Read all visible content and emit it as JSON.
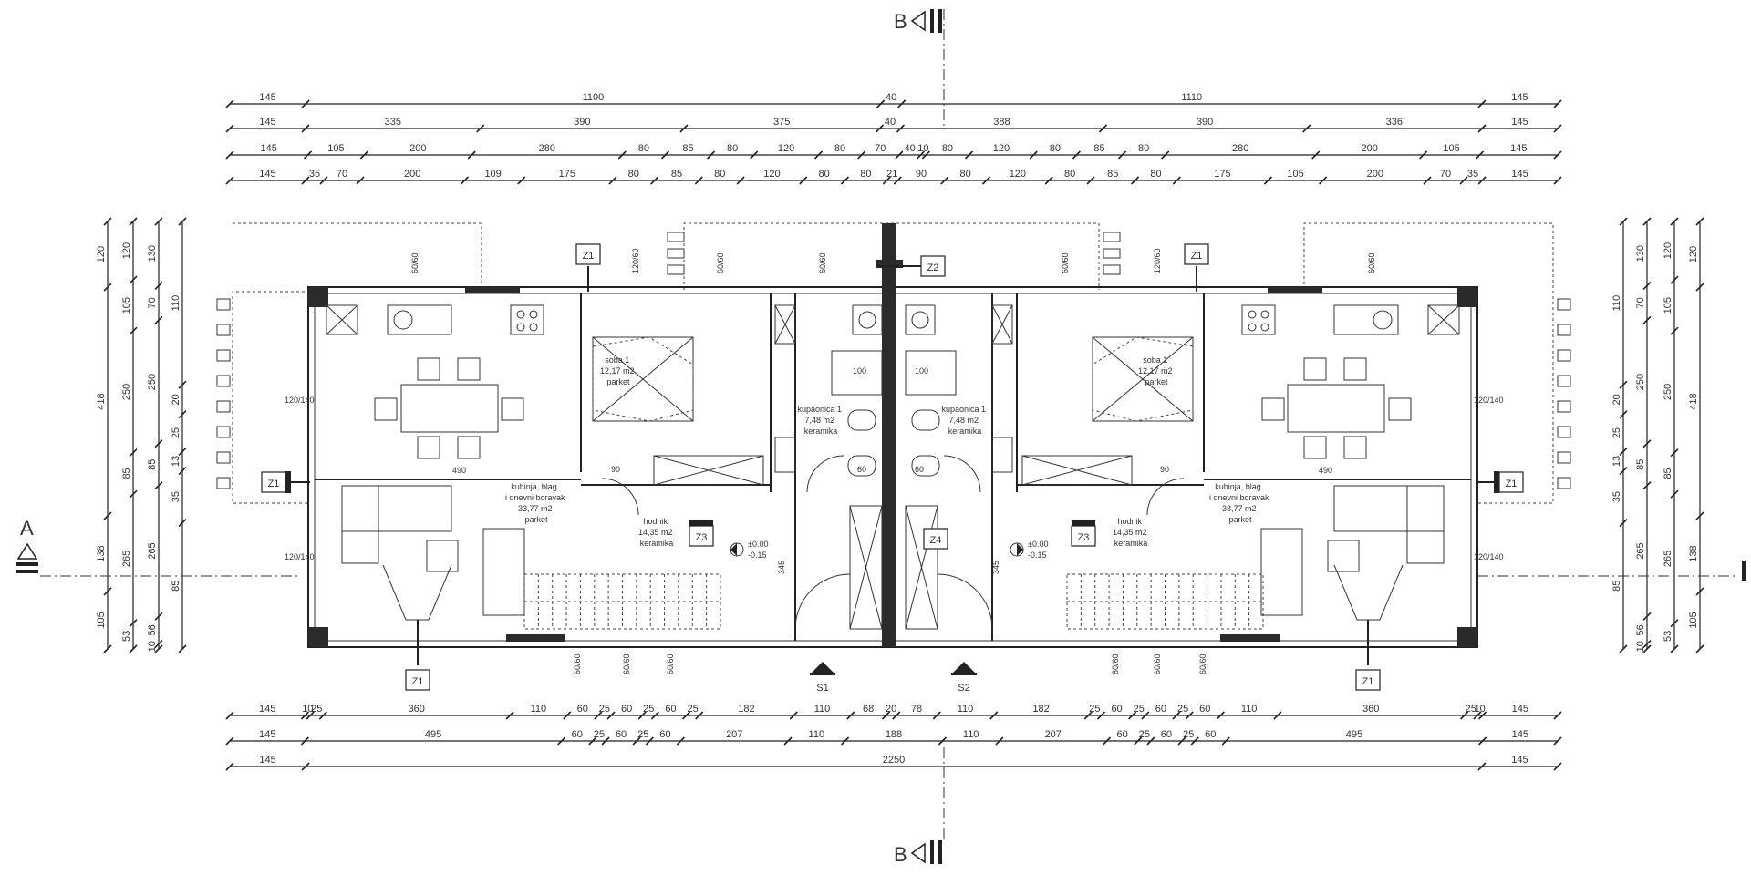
{
  "sections": {
    "b_top": "B",
    "b_bottom": "B",
    "a_left": "A"
  },
  "dims_top": [
    [
      "145",
      "1100",
      "40",
      "1110",
      "145"
    ],
    [
      "145",
      "335",
      "390",
      "375",
      "40",
      "388",
      "390",
      "336",
      "145"
    ],
    [
      "145",
      "105",
      "200",
      "280",
      "80",
      "85",
      "80",
      "120",
      "80",
      "70",
      "40",
      "10",
      "80",
      "120",
      "80",
      "85",
      "80",
      "280",
      "200",
      "105",
      "145"
    ],
    [
      "145",
      "35",
      "70",
      "200",
      "109",
      "175",
      "80",
      "85",
      "80",
      "120",
      "80",
      "80",
      "21",
      "90",
      "80",
      "120",
      "80",
      "85",
      "80",
      "175",
      "105",
      "200",
      "70",
      "35",
      "145"
    ]
  ],
  "dims_bottom": [
    [
      "145",
      "10",
      "25",
      "360",
      "110",
      "60",
      "25",
      "60",
      "25",
      "60",
      "25",
      "182",
      "110",
      "68",
      "20",
      "78",
      "110",
      "182",
      "25",
      "60",
      "25",
      "60",
      "25",
      "60",
      "110",
      "360",
      "25",
      "10",
      "145"
    ],
    [
      "145",
      "495",
      "60",
      "25",
      "60",
      "25",
      "60",
      "207",
      "110",
      "188",
      "110",
      "207",
      "60",
      "25",
      "60",
      "25",
      "60",
      "495",
      "145"
    ],
    [
      "145",
      "2250",
      "145"
    ]
  ],
  "dims_left": [
    [
      "120",
      "418",
      "138",
      "105"
    ],
    [
      "120",
      "105",
      "250",
      "85",
      "265",
      "53"
    ],
    [
      "130",
      "70",
      "250",
      "85",
      "265",
      "56",
      "10"
    ],
    [
      "110",
      "20",
      "25",
      "13",
      "35",
      "85"
    ]
  ],
  "dims_right": [
    [
      "110",
      "20",
      "25",
      "13",
      "35",
      "85"
    ],
    [
      "130",
      "70",
      "250",
      "85",
      "265",
      "56",
      "10"
    ],
    [
      "120",
      "105",
      "250",
      "85",
      "265",
      "53"
    ],
    [
      "120",
      "418",
      "138",
      "105"
    ]
  ],
  "rooms": {
    "left_living": [
      "kuhinja, blag.",
      "i dnevni boravak",
      "33,77 m2",
      "parket"
    ],
    "right_living": [
      "kuhinja, blag.",
      "i dnevni boravak",
      "33,77 m2",
      "parket"
    ],
    "left_bedroom": [
      "soba 1",
      "12,17 m2",
      "parket"
    ],
    "right_bedroom": [
      "soba 1",
      "12,17 m2",
      "parket"
    ],
    "left_bath": [
      "kupaonica 1",
      "7,48 m2",
      "keramika"
    ],
    "right_bath": [
      "kupaonica 1",
      "7,48 m2",
      "keramika"
    ],
    "left_hall": [
      "hodnik",
      "14,35 m2",
      "keramika"
    ],
    "right_hall": [
      "hodnik",
      "14,35 m2",
      "keramika"
    ]
  },
  "levels": {
    "left": [
      "±0.00",
      "-0.15"
    ],
    "right": [
      "±0.00",
      "-0.15"
    ]
  },
  "inner_dims": {
    "left_living_width": "490",
    "right_living_width": "490",
    "left_door": "90",
    "right_door": "90",
    "left_stair": "345",
    "right_stair": "345",
    "left_wc": "100",
    "right_wc": "100",
    "left_sink": "60",
    "right_sink": "60"
  },
  "tags": {
    "z1_top_left": "Z1",
    "z1_top_right": "Z1",
    "z2_top": "Z2",
    "z1_side_left": "Z1",
    "z1_side_right": "Z1",
    "z1_bottom_left": "Z1",
    "z1_bottom_right": "Z1",
    "z3_left": "Z3",
    "z3_right": "Z3",
    "z4": "Z4",
    "s1": "S1",
    "s2": "S2"
  },
  "window_marks": {
    "top_left_kitchen": "60/60",
    "top_left_bed": "120/60",
    "top_left_bath": "60/60",
    "top_center": "60/60",
    "top_right_bath": "60/60",
    "top_right_bed": "120/60",
    "top_right_kitchen": "60/60",
    "side_left_upper": "120/140",
    "side_left_lower": "120/140",
    "side_right_upper": "120/140",
    "side_right_lower": "120/140",
    "bottom_left_1": "60/60",
    "bottom_left_2": "60/60",
    "bottom_left_3": "60/60",
    "bottom_right_1": "60/60",
    "bottom_right_2": "60/60",
    "bottom_right_3": "60/60"
  }
}
